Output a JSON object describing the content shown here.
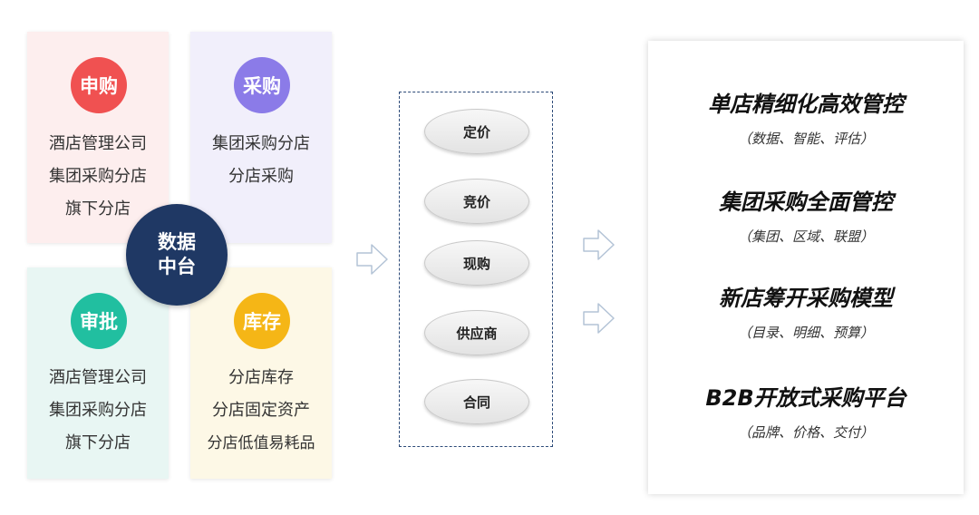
{
  "quadrants": {
    "shengou": {
      "badge": "申购",
      "badge_color": "#f05151",
      "lines": [
        "酒店管理公司",
        "集团采购分店",
        "旗下分店"
      ]
    },
    "caigou": {
      "badge": "采购",
      "badge_color": "#8b7be8",
      "lines": [
        "集团采购分店",
        "分店采购"
      ]
    },
    "shenpi": {
      "badge": "审批",
      "badge_color": "#21bfa0",
      "lines": [
        "酒店管理公司",
        "集团采购分店",
        "旗下分店"
      ]
    },
    "kucun": {
      "badge": "库存",
      "badge_color": "#f5b616",
      "lines": [
        "分店库存",
        "分店固定资产",
        "分店低值易耗品"
      ]
    }
  },
  "hub": {
    "line1": "数据",
    "line2": "中台",
    "color": "#1f3864"
  },
  "methods": [
    "定价",
    "竞价",
    "现购",
    "供应商",
    "合同"
  ],
  "goals": [
    {
      "title": "单店精细化高效管控",
      "subtitle": "（数据、智能、评估）"
    },
    {
      "title": "集团采购全面管控",
      "subtitle": "（集团、区域、联盟）"
    },
    {
      "title": "新店筹开采购模型",
      "subtitle": "（目录、明细、预算）"
    },
    {
      "title": "B2B开放式采购平台",
      "subtitle": "（品牌、价格、交付）"
    }
  ]
}
